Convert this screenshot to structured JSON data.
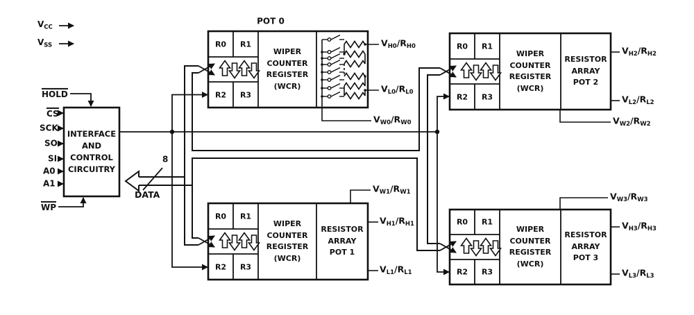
{
  "colors": {
    "background": "#ffffff",
    "line": "#111111"
  },
  "signals": [
    {
      "label": "V",
      "sub": "CC",
      "overline": false
    },
    {
      "label": "V",
      "sub": "SS",
      "overline": false
    },
    {
      "label": "HOLD",
      "sub": "",
      "overline": true
    },
    {
      "label": "CS",
      "sub": "",
      "overline": true
    },
    {
      "label": "SCK",
      "sub": "",
      "overline": false
    },
    {
      "label": "SO",
      "sub": "",
      "overline": false
    },
    {
      "label": "SI",
      "sub": "",
      "overline": false
    },
    {
      "label": "A0",
      "sub": "",
      "overline": false
    },
    {
      "label": "A1",
      "sub": "",
      "overline": false
    },
    {
      "label": "WP",
      "sub": "",
      "overline": true
    }
  ],
  "interface_block": {
    "lines": [
      "INTERFACE",
      "AND",
      "CONTROL",
      "CIRCUITRY"
    ]
  },
  "bus": {
    "size": "8",
    "label": "DATA"
  },
  "pots": [
    {
      "title": "POT 0",
      "registers": [
        "R0",
        "R1",
        "R2",
        "R3"
      ],
      "wcr_lines": [
        "WIPER",
        "COUNTER",
        "REGISTER",
        "(WCR)"
      ],
      "array_lines": [],
      "terminals": [
        {
          "p1": "V",
          "s1": "H0",
          "p2": "/R",
          "s2": "H0",
          "pos": "h"
        },
        {
          "p1": "V",
          "s1": "L0",
          "p2": "/R",
          "s2": "L0",
          "pos": "l"
        },
        {
          "p1": "V",
          "s1": "W0",
          "p2": "/R",
          "s2": "W0",
          "pos": "w"
        }
      ]
    },
    {
      "title": "",
      "registers": [
        "R0",
        "R1",
        "R2",
        "R3"
      ],
      "wcr_lines": [
        "WIPER",
        "COUNTER",
        "REGISTER",
        "(WCR)"
      ],
      "array_lines": [
        "RESISTOR",
        "ARRAY",
        "POT 1"
      ],
      "terminals": [
        {
          "p1": "V",
          "s1": "W1",
          "p2": "/R",
          "s2": "W1",
          "pos": "w"
        },
        {
          "p1": "V",
          "s1": "H1",
          "p2": "/R",
          "s2": "H1",
          "pos": "h"
        },
        {
          "p1": "V",
          "s1": "L1",
          "p2": "/R",
          "s2": "L1",
          "pos": "l"
        }
      ]
    },
    {
      "title": "",
      "registers": [
        "R0",
        "R1",
        "R2",
        "R3"
      ],
      "wcr_lines": [
        "WIPER",
        "COUNTER",
        "REGISTER",
        "(WCR)"
      ],
      "array_lines": [
        "RESISTOR",
        "ARRAY",
        "POT 2"
      ],
      "terminals": [
        {
          "p1": "V",
          "s1": "H2",
          "p2": "/R",
          "s2": "H2",
          "pos": "h"
        },
        {
          "p1": "V",
          "s1": "L2",
          "p2": "/R",
          "s2": "L2",
          "pos": "l"
        },
        {
          "p1": "V",
          "s1": "W2",
          "p2": "/R",
          "s2": "W2",
          "pos": "w"
        }
      ]
    },
    {
      "title": "",
      "registers": [
        "R0",
        "R1",
        "R2",
        "R3"
      ],
      "wcr_lines": [
        "WIPER",
        "COUNTER",
        "REGISTER",
        "(WCR)"
      ],
      "array_lines": [
        "RESISTOR",
        "ARRAY",
        "POT 3"
      ],
      "terminals": [
        {
          "p1": "V",
          "s1": "W3",
          "p2": "/R",
          "s2": "W3",
          "pos": "w"
        },
        {
          "p1": "V",
          "s1": "H3",
          "p2": "/R",
          "s2": "H3",
          "pos": "h"
        },
        {
          "p1": "V",
          "s1": "L3",
          "p2": "/R",
          "s2": "L3",
          "pos": "l"
        }
      ]
    }
  ]
}
